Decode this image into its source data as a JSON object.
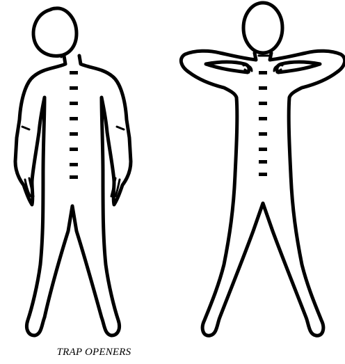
{
  "caption": "TRAP OPENERS",
  "colors": {
    "line": "#000000",
    "background": "#ffffff"
  },
  "figures": [
    {
      "pose": "arms-at-sides",
      "spine_marks": 8
    },
    {
      "pose": "hands-behind-neck",
      "spine_marks": 8
    }
  ]
}
